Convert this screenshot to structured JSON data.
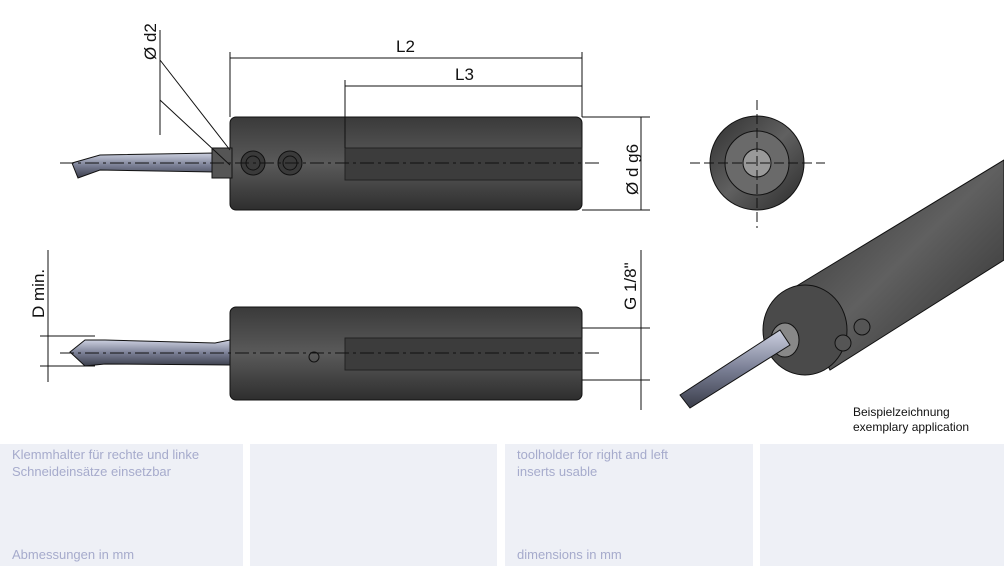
{
  "dimensions": {
    "d2": "Ø d2",
    "L2": "L2",
    "L3": "L3",
    "d_g6": "Ø d g6",
    "D_min": "D min.",
    "G": "G 1/8\""
  },
  "caption": {
    "de": "Beispielzeichnung",
    "en": "exemplary application"
  },
  "panels": [
    {
      "desc": "Klemmhalter für rechte und linke Schneideinsätze einsetzbar",
      "units": "Abmessungen in mm"
    },
    {
      "desc": "",
      "units": ""
    },
    {
      "desc": "toolholder for right and left inserts usable",
      "units": "dimensions in mm"
    },
    {
      "desc": "",
      "units": ""
    }
  ]
}
